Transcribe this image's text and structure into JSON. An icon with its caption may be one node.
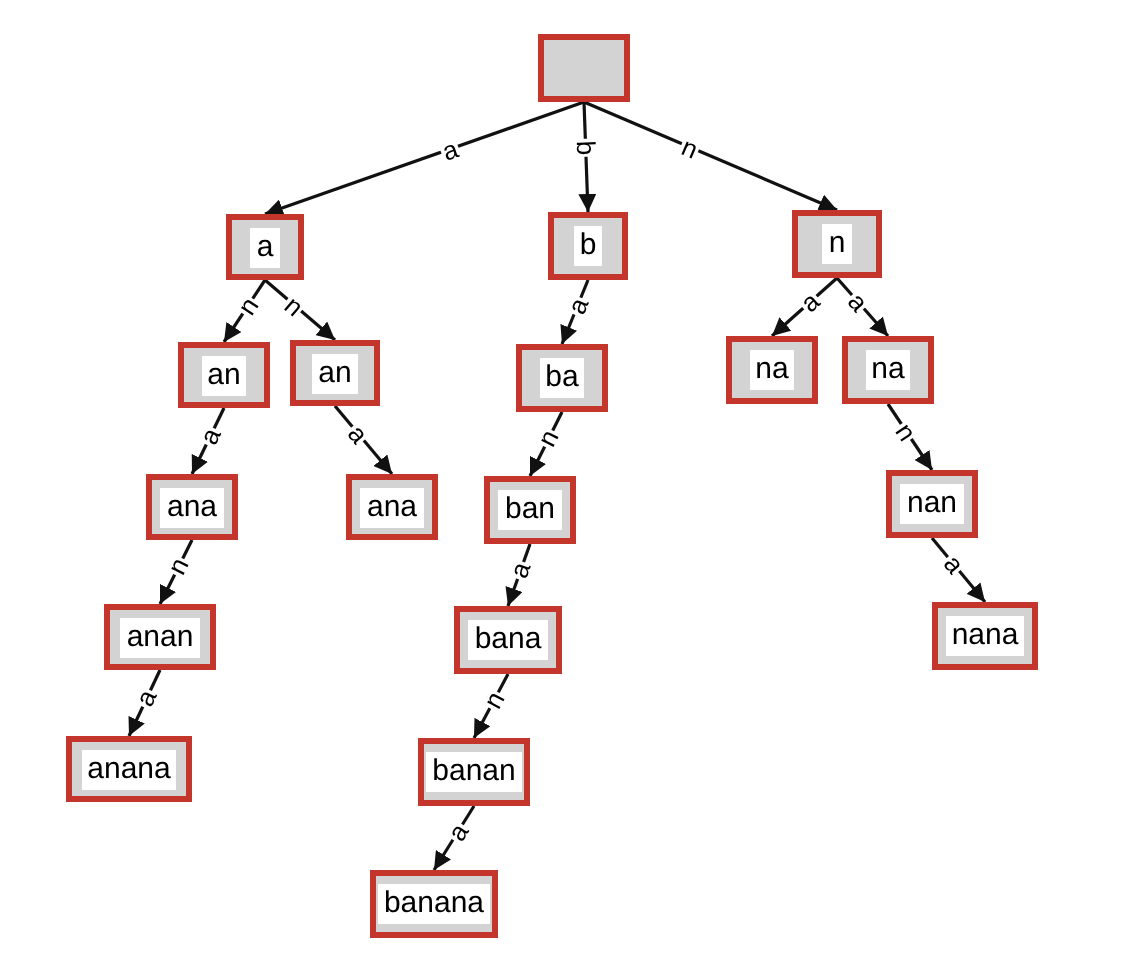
{
  "diagram": {
    "nodes": [
      {
        "text": [],
        "shape": "box"
      },
      {
        "text": [
          "a"
        ]
      },
      {
        "text": [
          "b"
        ]
      },
      {
        "text": [
          "n"
        ]
      },
      {
        "text": [
          "an"
        ]
      },
      {
        "text": [
          "an"
        ]
      },
      {
        "text": [
          "ba"
        ]
      },
      {
        "text": [
          "na"
        ]
      },
      {
        "text": [
          "na"
        ]
      },
      {
        "text": [
          "ana"
        ]
      },
      {
        "text": [
          "ana"
        ]
      },
      {
        "text": [
          "ban"
        ]
      },
      {
        "text": [
          "nan"
        ]
      },
      {
        "text": [
          "anan"
        ]
      },
      {
        "text": [
          "bana"
        ]
      },
      {
        "text": [
          "nana"
        ]
      },
      {
        "text": [
          "anana"
        ]
      },
      {
        "text": [
          "banan"
        ]
      },
      {
        "text": [
          "banana"
        ]
      }
    ],
    "edges": [
      {
        "from": 0,
        "to": 1,
        "arrow": "to",
        "label": "a"
      },
      {
        "from": 0,
        "to": 2,
        "arrow": "to",
        "label": "b"
      },
      {
        "from": 0,
        "to": 3,
        "arrow": "to",
        "label": "n"
      },
      {
        "from": 1,
        "to": 4,
        "arrow": "to",
        "label": "n"
      },
      {
        "from": 1,
        "to": 5,
        "arrow": "to",
        "label": "n"
      },
      {
        "from": 2,
        "to": 6,
        "arrow": "to",
        "label": "a"
      },
      {
        "from": 3,
        "to": 7,
        "arrow": "to",
        "label": "a"
      },
      {
        "from": 3,
        "to": 8,
        "arrow": "to",
        "label": "a"
      },
      {
        "from": 4,
        "to": 9,
        "arrow": "to",
        "label": "a"
      },
      {
        "from": 5,
        "to": 10,
        "arrow": "to",
        "label": "a"
      },
      {
        "from": 6,
        "to": 11,
        "arrow": "to",
        "label": "n"
      },
      {
        "from": 8,
        "to": 12,
        "arrow": "to",
        "label": "n"
      },
      {
        "from": 9,
        "to": 13,
        "arrow": "to",
        "label": "n"
      },
      {
        "from": 11,
        "to": 14,
        "arrow": "to",
        "label": "a"
      },
      {
        "from": 12,
        "to": 15,
        "arrow": "to",
        "label": "a"
      },
      {
        "from": 13,
        "to": 16,
        "arrow": "to",
        "label": "a"
      },
      {
        "from": 14,
        "to": 17,
        "arrow": "to",
        "label": "n"
      },
      {
        "from": 17,
        "to": 18,
        "arrow": "to",
        "label": "a"
      }
    ]
  }
}
